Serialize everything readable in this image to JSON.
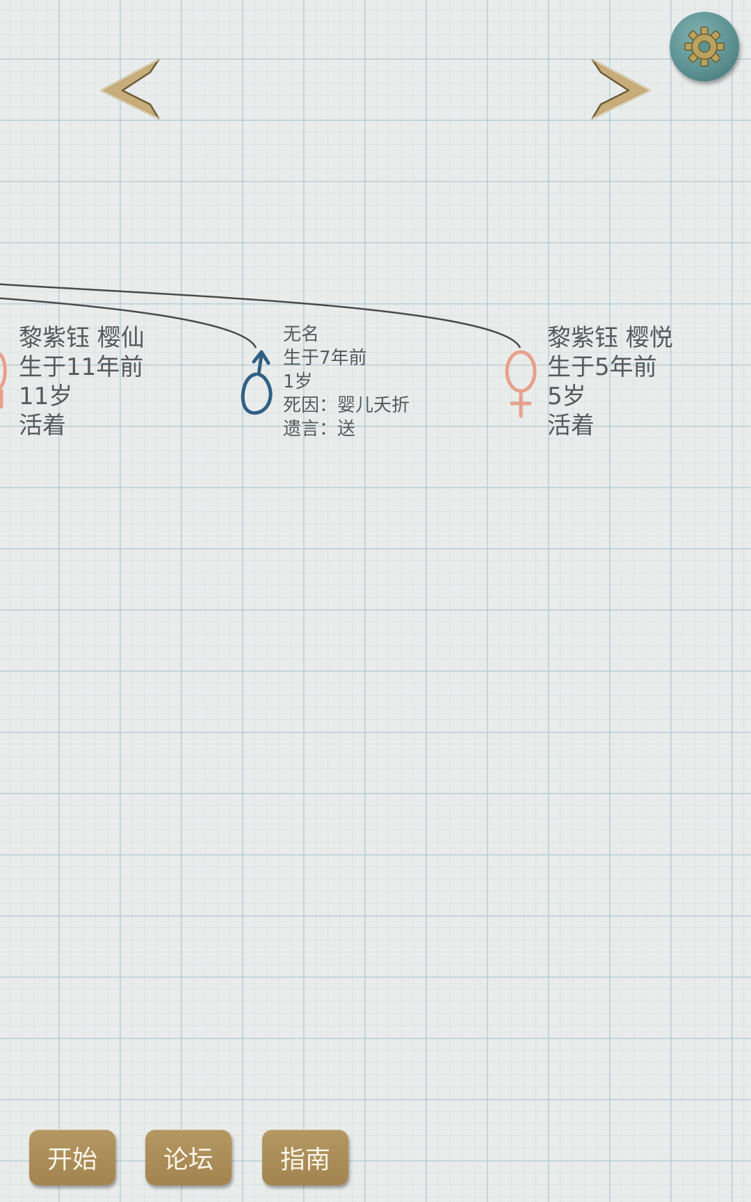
{
  "navigation": {
    "prev_icon": "chevron-left-icon",
    "next_icon": "chevron-right-icon",
    "settings_icon": "gear-icon"
  },
  "colors": {
    "arrow": "#c4aa78",
    "settings": "#5e9393",
    "male_symbol": "#3f6f95",
    "female_symbol": "#e8a08c",
    "button": "#aa8b56",
    "text": "#555a5c"
  },
  "family_tree": {
    "people": [
      {
        "name": "黎紫钰 樱仙",
        "born": "生于11年前",
        "age": "11岁",
        "status": "活着",
        "gender": "female"
      },
      {
        "name": "无名",
        "born": "生于7年前",
        "age": "1岁",
        "cause": "死因：婴儿夭折",
        "last_words": "遗言：送",
        "gender": "male"
      },
      {
        "name": "黎紫钰 樱悦",
        "born": "生于5年前",
        "age": "5岁",
        "status": "活着",
        "gender": "female"
      }
    ]
  },
  "bottom_bar": {
    "start_label": "开始",
    "forum_label": "论坛",
    "guide_label": "指南"
  }
}
